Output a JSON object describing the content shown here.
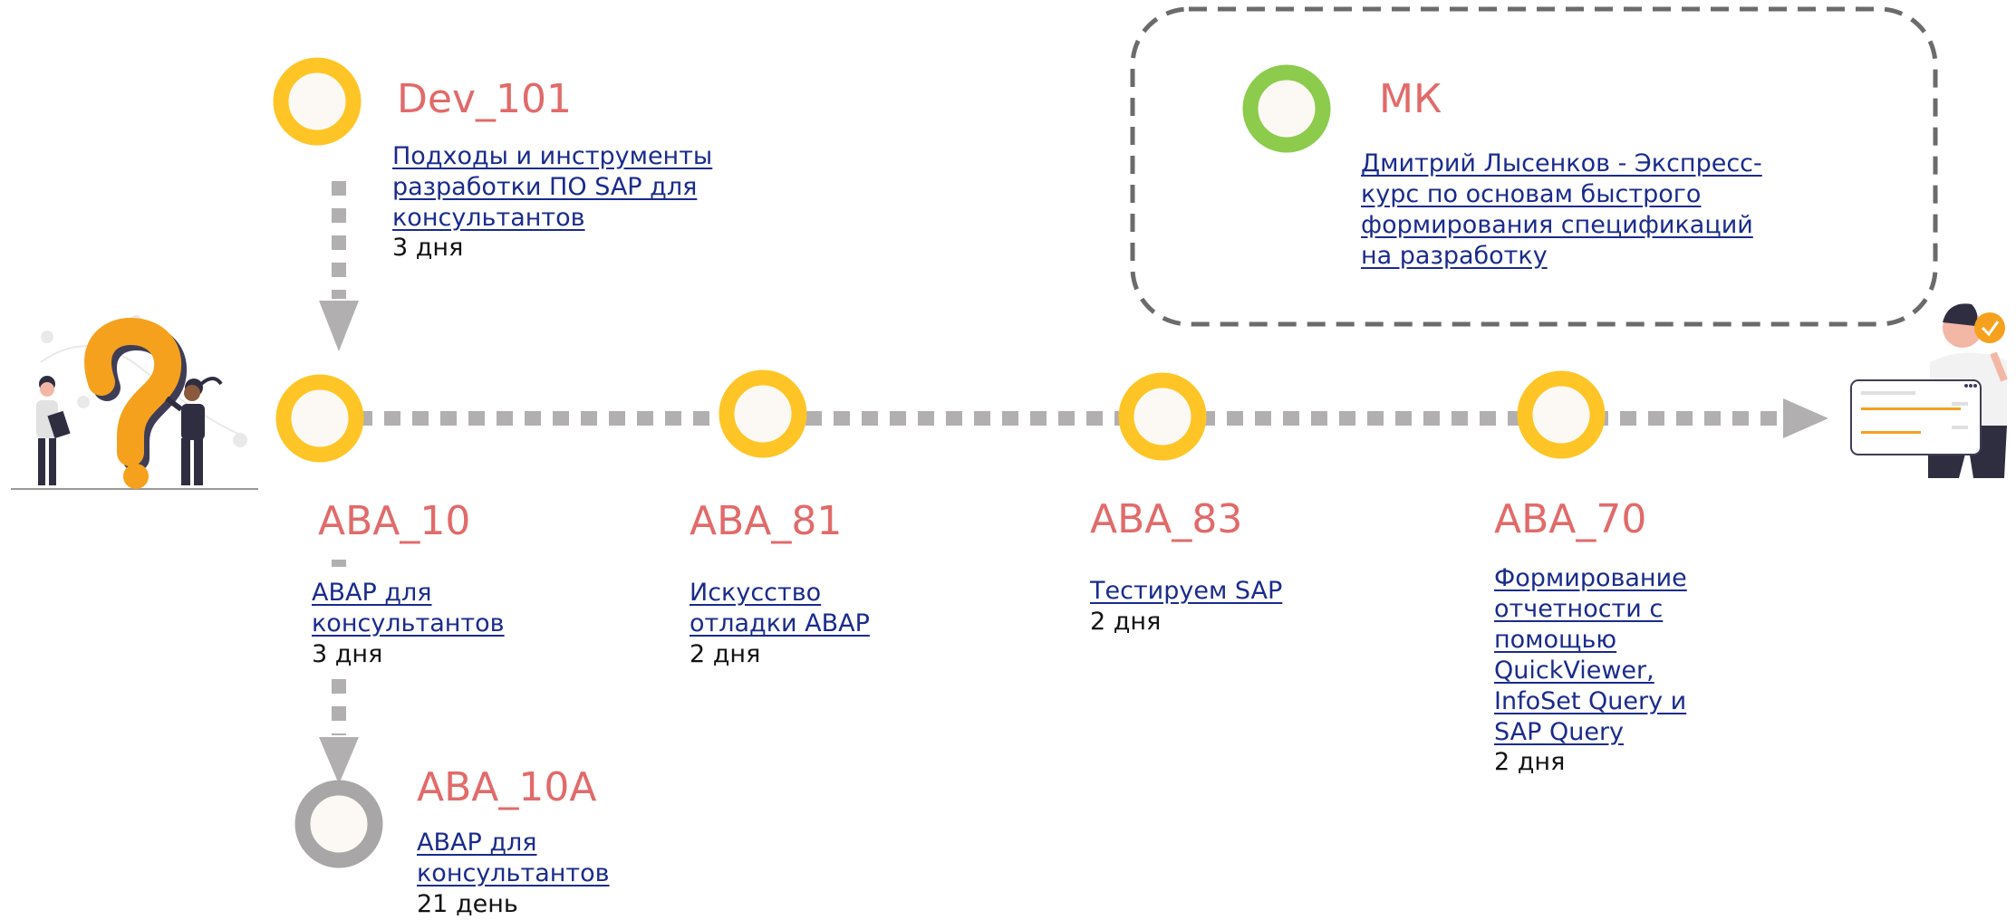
{
  "colors": {
    "accent_yellow": "#FFC526",
    "accent_green": "#8CCB4C",
    "accent_gray": "#A8A6A6",
    "code_text": "#E26A6A",
    "link_text": "#1A2B8C",
    "connector": "#B1AFAF",
    "highlight_border": "#6B6B6B",
    "illustration_orange": "#F5A11E"
  },
  "illustrations": {
    "start": "people-with-question-mark-illustration",
    "finish": "person-with-checklist-illustration"
  },
  "courses": {
    "dev_101": {
      "code": "Dev_101",
      "link_lines": [
        "Подходы и инструменты",
        "разработки ПО SAP для",
        "консультантов"
      ],
      "duration": "3 дня"
    },
    "mk": {
      "code": "МК",
      "link_lines": [
        "Дмитрий Лысенков - Экспресс-",
        "курс по основам быстрого",
        "формирования спецификаций",
        "на разработку"
      ]
    },
    "aba_10": {
      "code": "ABA_10",
      "link_lines": [
        "ABAP для",
        "консультантов"
      ],
      "duration": "3 дня"
    },
    "aba_81": {
      "code": "ABA_81",
      "link_lines": [
        "Искусство",
        "отладки ABAP"
      ],
      "duration": "2 дня"
    },
    "aba_83": {
      "code": "ABA_83",
      "link_lines": [
        "Тестируем SAP"
      ],
      "duration": "2  дня"
    },
    "aba_70": {
      "code": "ABA_70",
      "link_lines": [
        "Формирование",
        "отчетности с",
        "помощью",
        "QuickViewer,",
        "InfoSet Query и",
        "SAP Query"
      ],
      "duration": "2 дня"
    },
    "aba_10a": {
      "code": "ABA_10A",
      "link_lines": [
        "ABAP для",
        "консультантов"
      ],
      "duration": "21  день"
    }
  }
}
